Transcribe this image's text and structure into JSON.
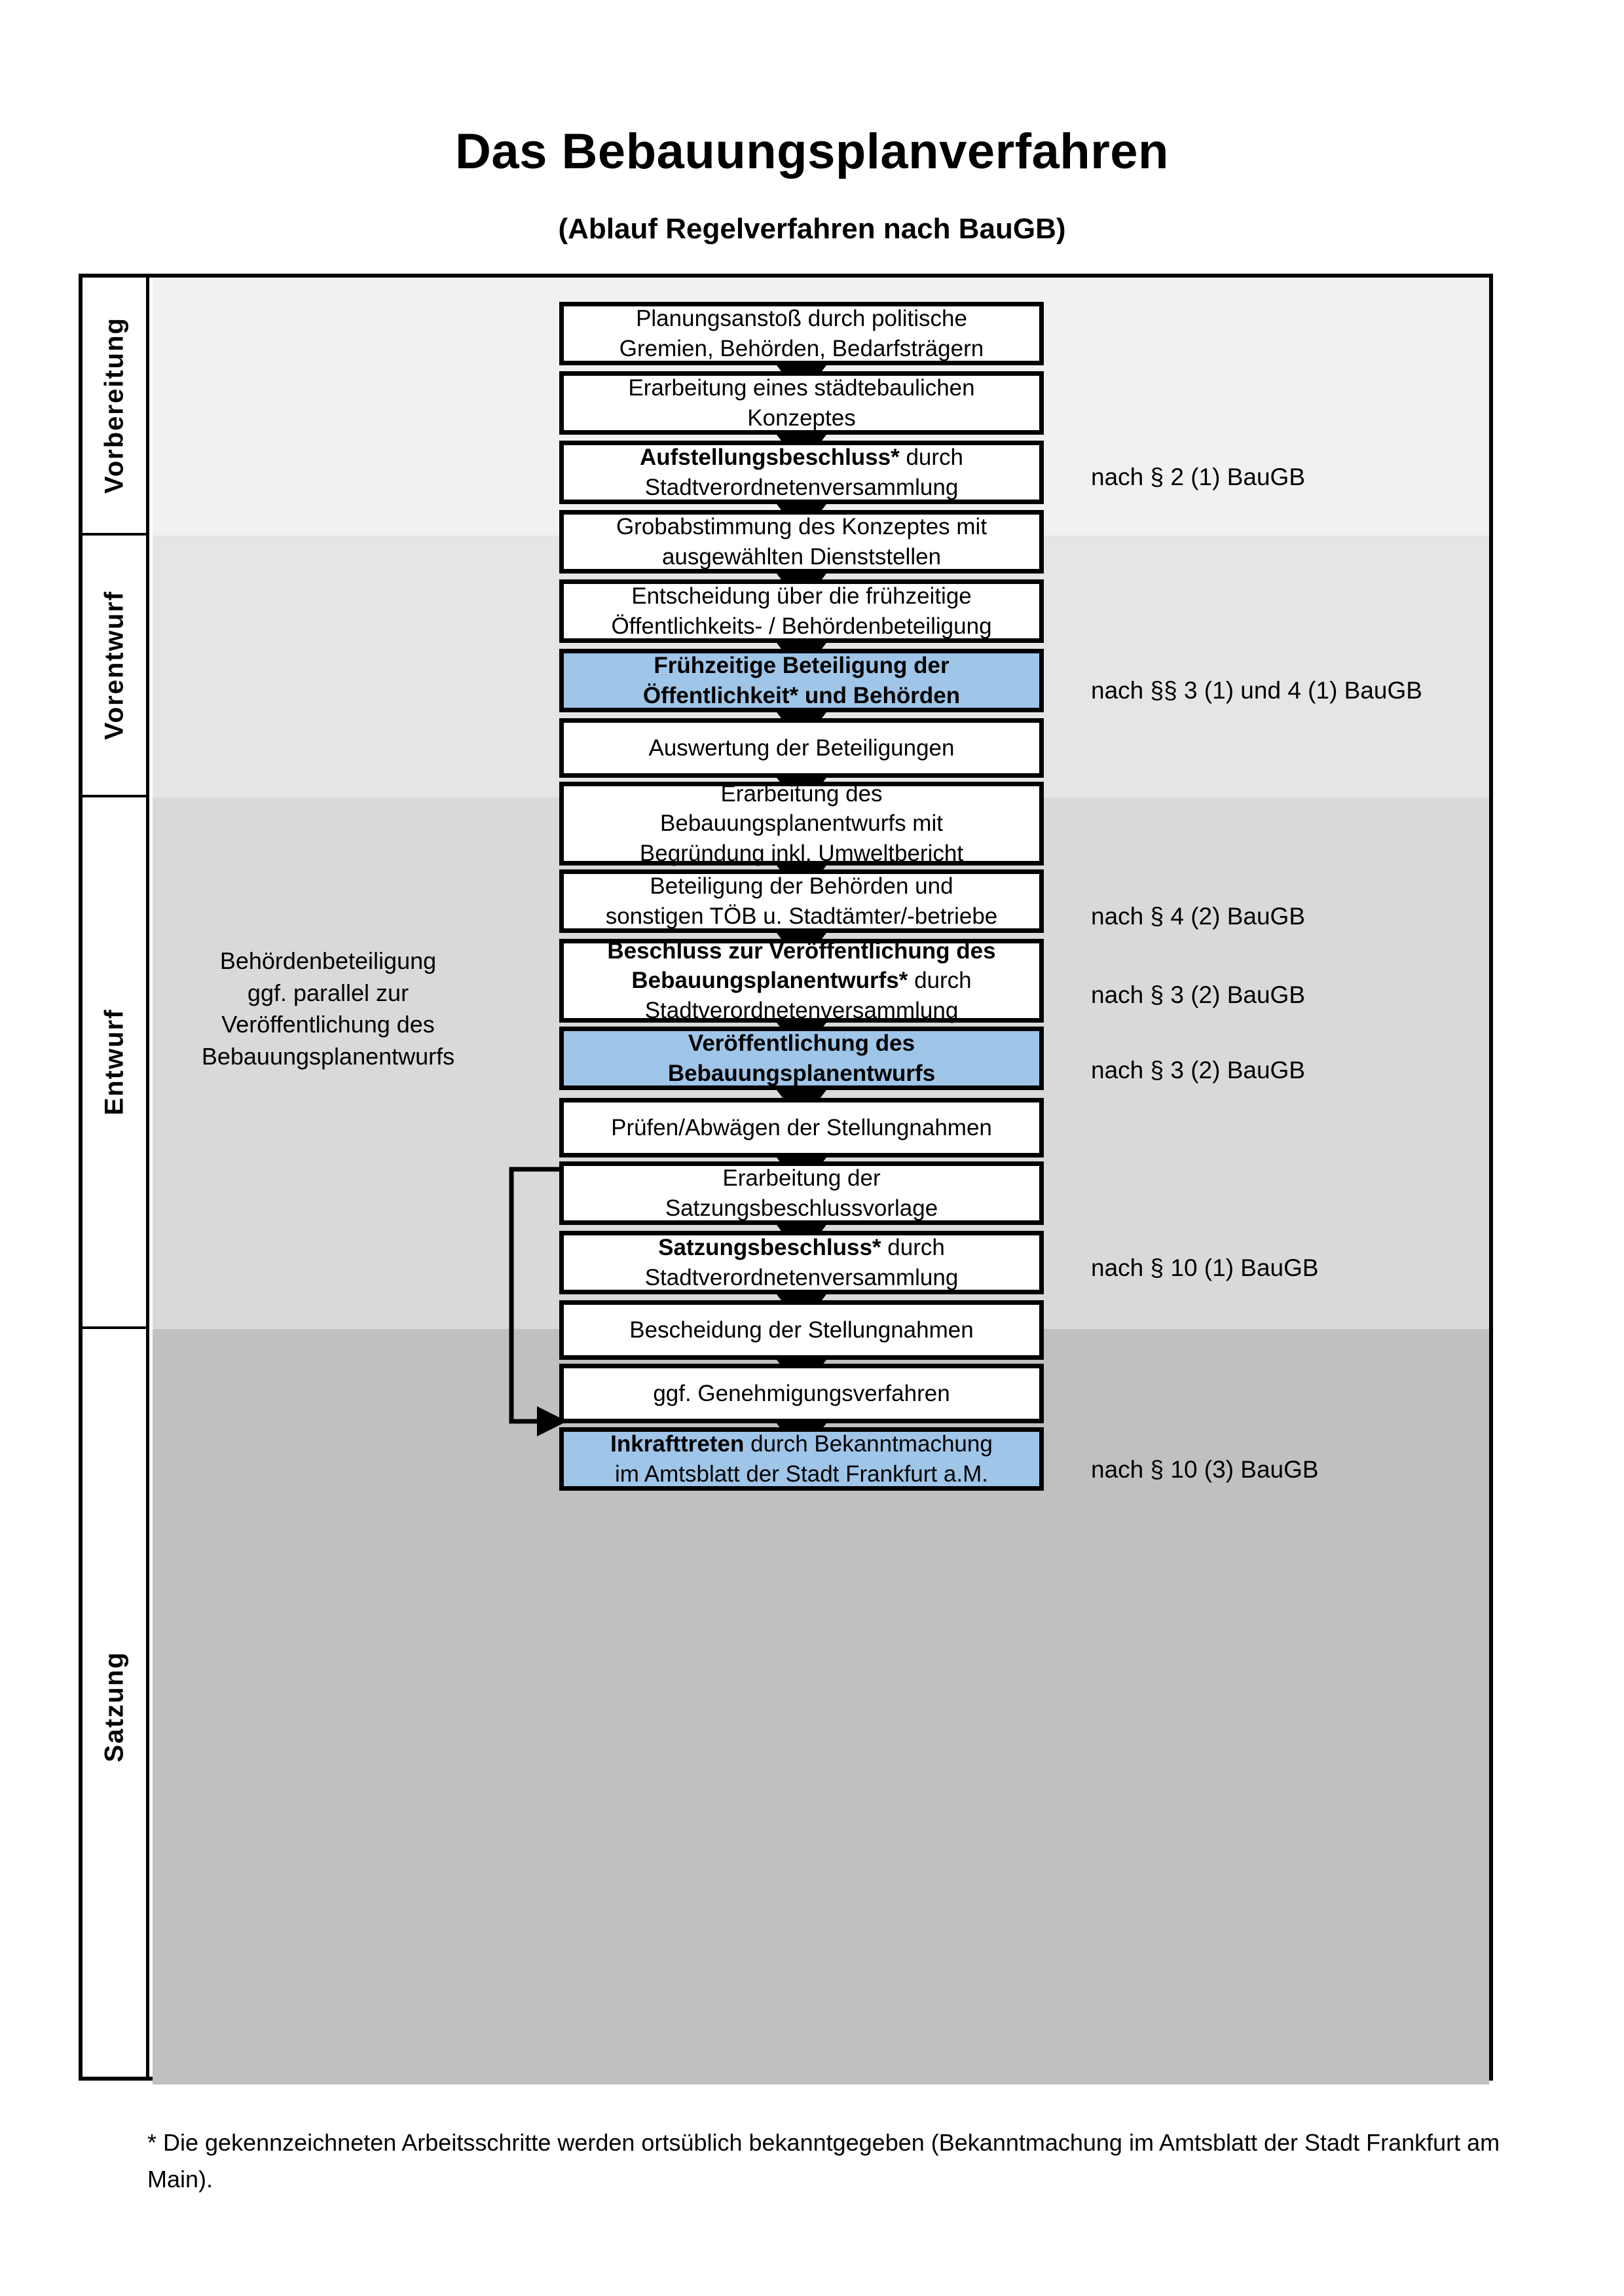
{
  "header": {
    "title": "Das Bebauungsplanverfahren",
    "subtitle": "(Ablauf Regelverfahren nach BauGB)"
  },
  "colors": {
    "highlight_box": "#9fc5e8",
    "band_vorbereitung": "#f1f1f1",
    "band_vorentwurf": "#e5e5e5",
    "band_entwurf": "#d9d9d9",
    "band_satzung": "#c0c0c0",
    "outline": "#000000"
  },
  "phases": [
    {
      "label": "Vorbereitung"
    },
    {
      "label": "Vorentwurf"
    },
    {
      "label": "Entwurf"
    },
    {
      "label": "Satzung"
    }
  ],
  "steps": [
    {
      "id": "planungsanstoss",
      "phase": "Vorbereitung",
      "highlight": false,
      "lines": [
        {
          "text": "Planungsanstoß durch politische",
          "bold": false
        },
        {
          "text": "Gremien, Behörden, Bedarfsträgern",
          "bold": false
        }
      ]
    },
    {
      "id": "staedtebauliches-konzept",
      "phase": "Vorbereitung",
      "highlight": false,
      "lines": [
        {
          "text": "Erarbeitung eines städtebaulichen",
          "bold": false
        },
        {
          "text": "Konzeptes",
          "bold": false
        }
      ]
    },
    {
      "id": "aufstellungsbeschluss",
      "phase": "Vorbereitung",
      "highlight": false,
      "lines": [
        {
          "text": "Aufstellungsbeschluss*",
          "bold": true,
          "suffix": " durch"
        },
        {
          "text": "Stadtverordnetenversammlung",
          "bold": false
        }
      ]
    },
    {
      "id": "grobabstimmung",
      "phase": "Vorentwurf",
      "highlight": false,
      "lines": [
        {
          "text": "Grobabstimmung des Konzeptes mit",
          "bold": false
        },
        {
          "text": "ausgewählten Dienststellen",
          "bold": false
        }
      ]
    },
    {
      "id": "entscheidung-fruehzeitige-beteiligung",
      "phase": "Vorentwurf",
      "highlight": false,
      "lines": [
        {
          "text": "Entscheidung über die frühzeitige",
          "bold": false
        },
        {
          "text": "Öffentlichkeits- / Behördenbeteiligung",
          "bold": false
        }
      ]
    },
    {
      "id": "fruehzeitige-beteiligung",
      "phase": "Vorentwurf",
      "highlight": true,
      "lines": [
        {
          "text": "Frühzeitige Beteiligung der",
          "bold": true
        },
        {
          "text": "Öffentlichkeit* und Behörden",
          "bold": true
        }
      ]
    },
    {
      "id": "auswertung-beteiligungen",
      "phase": "Entwurf",
      "highlight": false,
      "lines": [
        {
          "text": "Auswertung der Beteiligungen",
          "bold": false
        }
      ]
    },
    {
      "id": "erarbeitung-bebauungsplanentwurf",
      "phase": "Entwurf",
      "highlight": false,
      "lines": [
        {
          "text": "Erarbeitung des",
          "bold": false
        },
        {
          "text": "Bebauungsplanentwurfs mit",
          "bold": false
        },
        {
          "text": "Begründung inkl. Umweltbericht",
          "bold": false
        }
      ]
    },
    {
      "id": "beteiligung-behoerden-toeb",
      "phase": "Entwurf",
      "highlight": false,
      "lines": [
        {
          "text": "Beteiligung der Behörden und",
          "bold": false
        },
        {
          "text": "sonstigen TÖB u. Stadtämter/-betriebe",
          "bold": false
        }
      ]
    },
    {
      "id": "beschluss-veroeffentlichung",
      "phase": "Entwurf",
      "highlight": false,
      "lines": [
        {
          "text": "Beschluss zur Veröffentlichung des",
          "bold": true
        },
        {
          "text": "Bebauungsplanentwurfs*",
          "bold": true,
          "suffix": " durch"
        },
        {
          "text": "Stadtverordnetenversammlung",
          "bold": false
        }
      ]
    },
    {
      "id": "veroeffentlichung-entwurf",
      "phase": "Entwurf",
      "highlight": true,
      "lines": [
        {
          "text": "Veröffentlichung des",
          "bold": true
        },
        {
          "text": "Bebauungsplanentwurfs",
          "bold": true
        }
      ]
    },
    {
      "id": "pruefen-abwaegen",
      "phase": "Satzung",
      "highlight": false,
      "lines": [
        {
          "text": "Prüfen/Abwägen der Stellungnahmen",
          "bold": false
        }
      ]
    },
    {
      "id": "erarbeitung-satzungsvorlage",
      "phase": "Satzung",
      "highlight": false,
      "lines": [
        {
          "text": "Erarbeitung der",
          "bold": false
        },
        {
          "text": "Satzungsbeschlussvorlage",
          "bold": false
        }
      ]
    },
    {
      "id": "satzungsbeschluss",
      "phase": "Satzung",
      "highlight": false,
      "lines": [
        {
          "text": "Satzungsbeschluss*",
          "bold": true,
          "suffix": " durch"
        },
        {
          "text": "Stadtverordnetenversammlung",
          "bold": false
        }
      ]
    },
    {
      "id": "bescheidung-stellungnahmen",
      "phase": "Satzung",
      "highlight": false,
      "lines": [
        {
          "text": "Bescheidung der Stellungnahmen",
          "bold": false
        }
      ]
    },
    {
      "id": "genehmigungsverfahren",
      "phase": "Satzung",
      "highlight": false,
      "lines": [
        {
          "text": "ggf. Genehmigungsverfahren",
          "bold": false
        }
      ]
    },
    {
      "id": "inkrafttreten",
      "phase": "Satzung",
      "highlight": true,
      "lines": [
        {
          "text": "Inkrafttreten",
          "bold": true,
          "suffix": " durch Bekanntmachung"
        },
        {
          "text": "im Amtsblatt der Stadt Frankfurt a.M.",
          "bold": false
        }
      ]
    }
  ],
  "law_references": [
    {
      "id": "ref-aufstellungsbeschluss",
      "text": "nach § 2 (1) BauGB"
    },
    {
      "id": "ref-fruehzeitige-beteiligung",
      "text": "nach §§ 3 (1) und 4 (1) BauGB"
    },
    {
      "id": "ref-beteiligung-behoerden",
      "text": "nach § 4 (2) BauGB"
    },
    {
      "id": "ref-beschluss-veroeffentlichung",
      "text": "nach § 3 (2) BauGB"
    },
    {
      "id": "ref-veroeffentlichung-entwurf",
      "text": "nach § 3 (2) BauGB"
    },
    {
      "id": "ref-satzungsbeschluss",
      "text": "nach § 10 (1) BauGB"
    },
    {
      "id": "ref-inkrafttreten",
      "text": "nach § 10 (3) BauGB"
    }
  ],
  "side_note": {
    "lines": [
      "Behördenbeteiligung",
      "ggf. parallel zur",
      "Veröffentlichung des",
      "Bebauungsplanentwurfs"
    ]
  },
  "footnote": {
    "text": "* Die gekennzeichneten Arbeitsschritte werden ortsüblich bekanntgegeben (Bekanntmachung im Amtsblatt  der Stadt Frankfurt am Main)."
  }
}
